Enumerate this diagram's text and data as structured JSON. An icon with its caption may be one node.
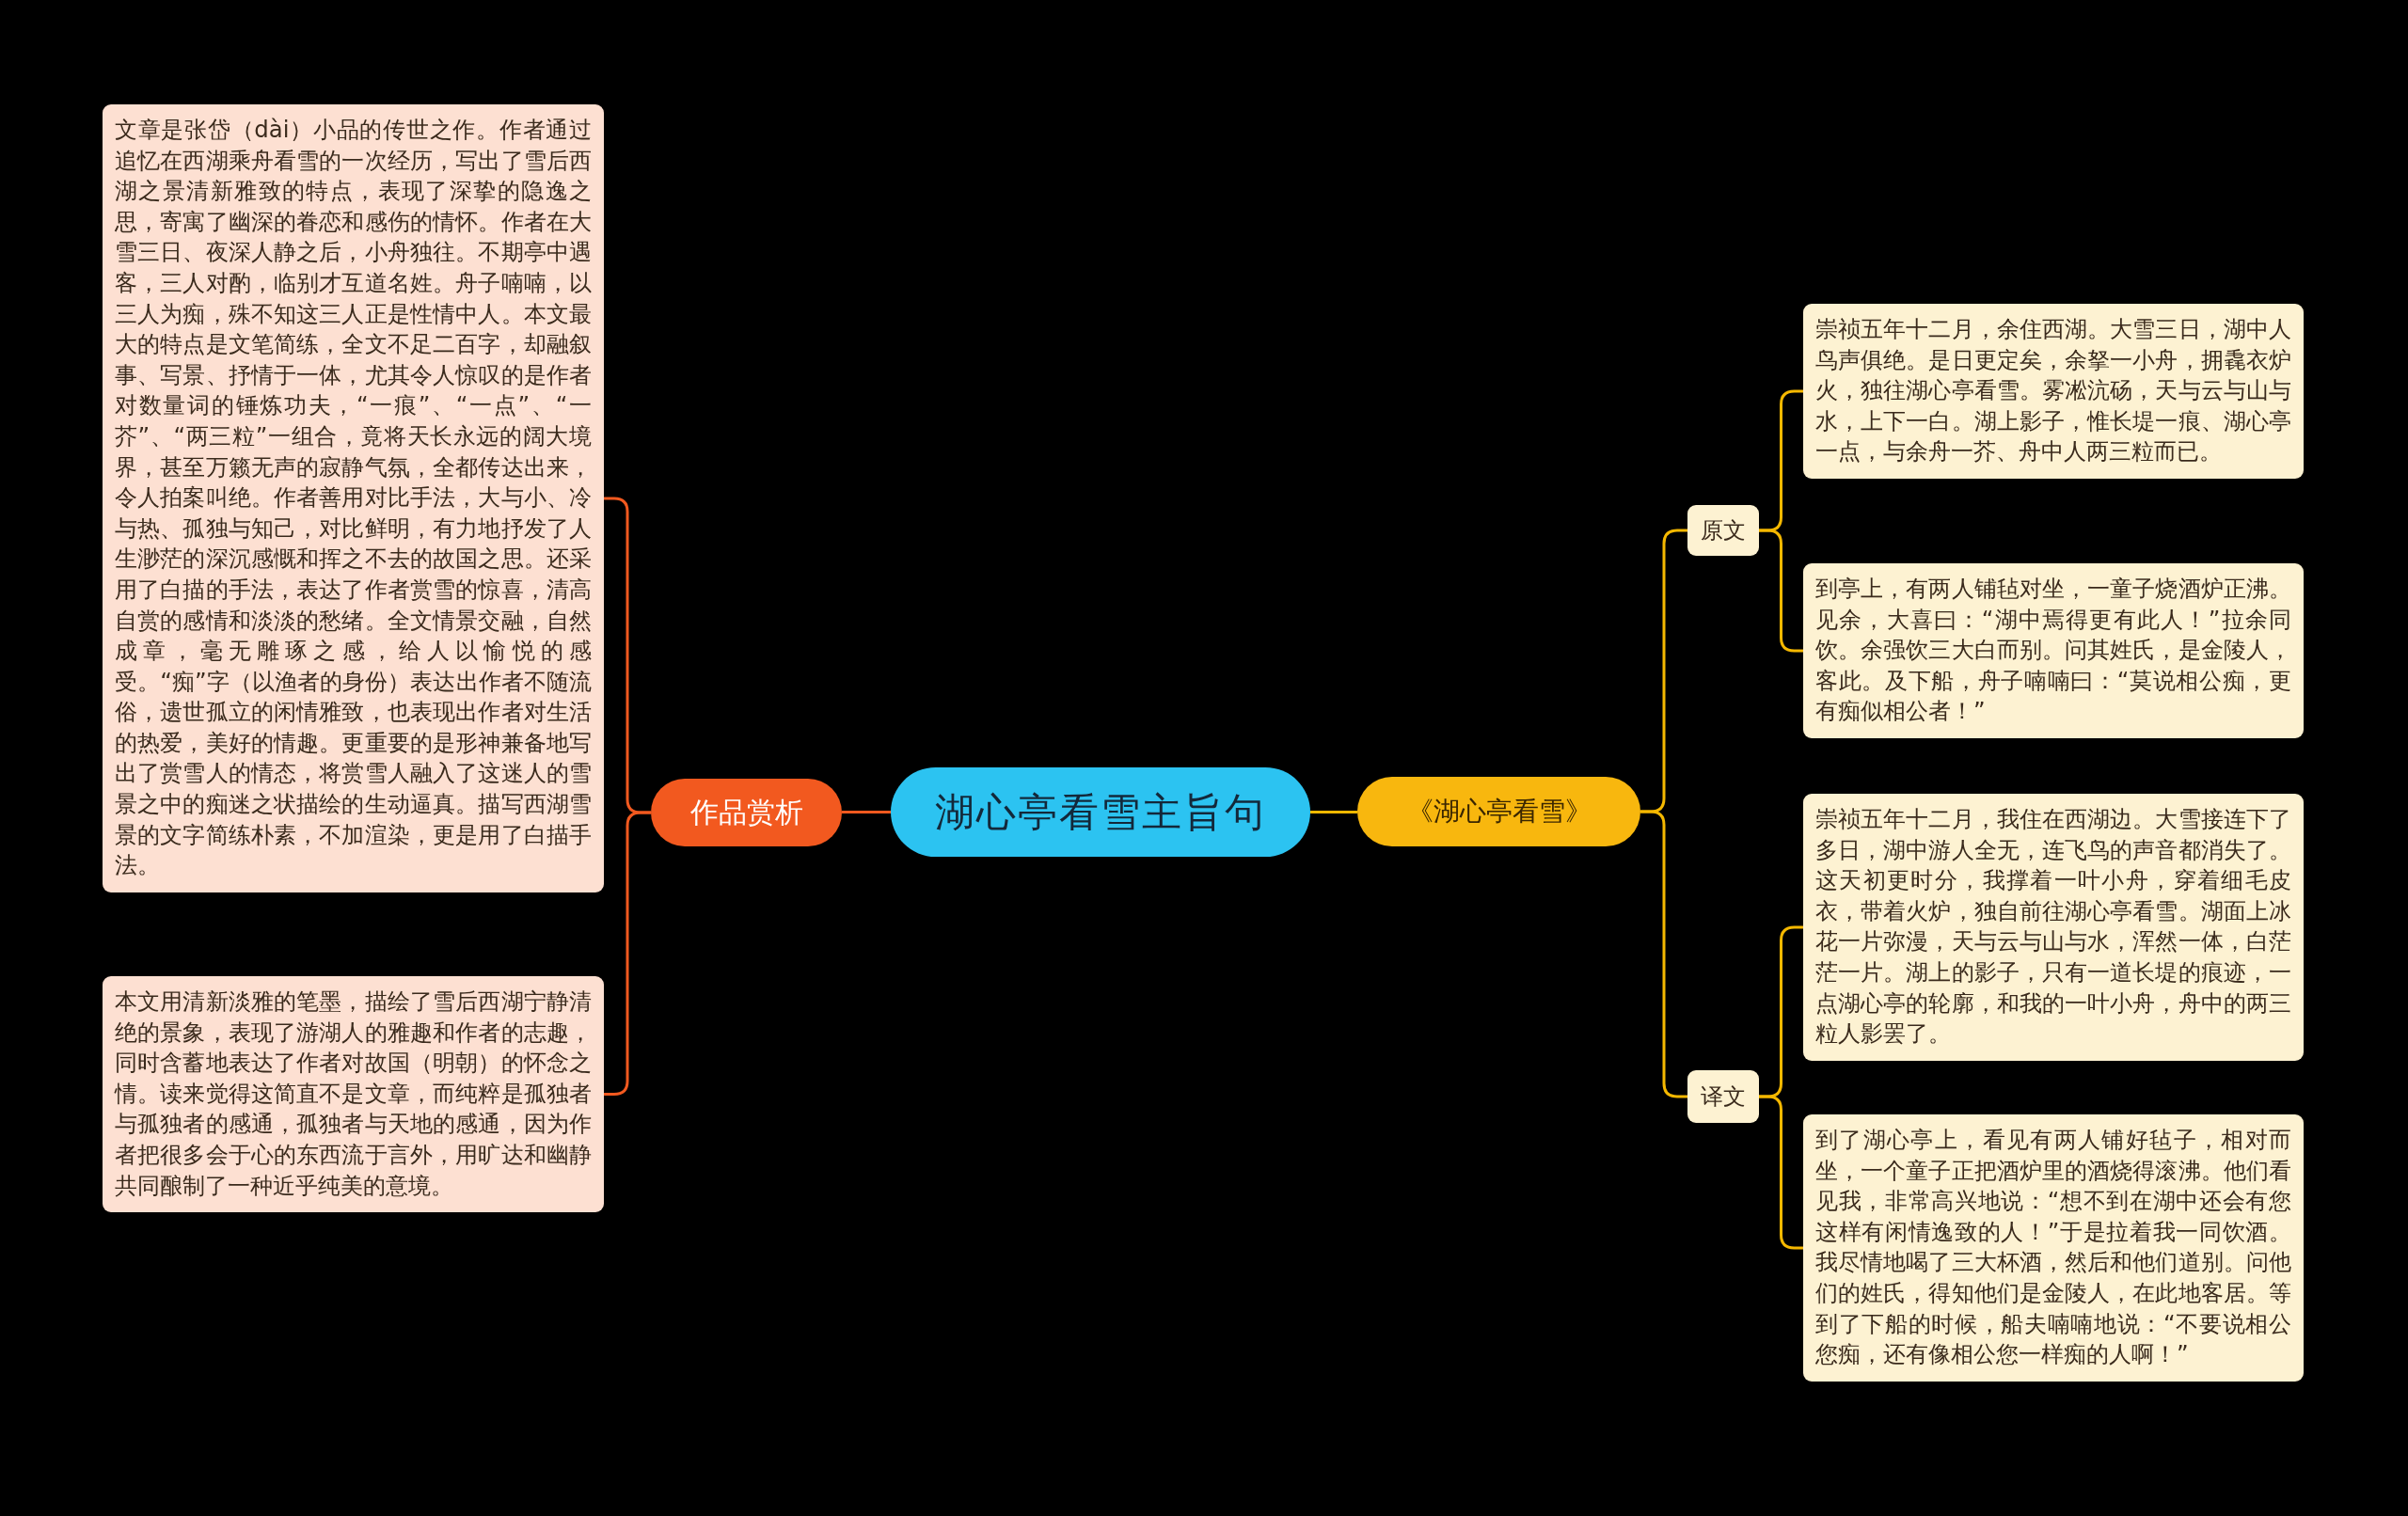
{
  "diagram": {
    "nodes": [
      {
        "text": [
          "湖心亭看雪主旨句"
        ]
      },
      {
        "text": [
          "作品赏析"
        ]
      },
      {
        "text": [
          "文章是张岱（dài）小品的传世之作。作者通过追忆在西湖乘舟看雪的一次经历，写出了雪后西湖之景清新雅致的特点，表现了深挚的隐逸之思，寄寓了幽深的眷恋和感伤的情怀。作者在大雪三日、夜深人静之后，小舟独往。不期亭中遇客，三人对酌，临别才互道名姓。舟子喃喃，以三人为痴，殊不知这三人正是性情中人。本文最大的特点是文笔简练，全文不足二百字，却融叙事、写景、抒情于一体，尤其令人惊叹的是作者对数量词的锤炼功夫，“一痕”、“一点”、“一芥”、“两三粒”一组合，竟将天长永远的阔大境界，甚至万籁无声的寂静气氛，全都传达出来，令人拍案叫绝。作者善用对比手法，大与小、冷与热、孤独与知己，对比鲜明，有力地抒发了人生渺茫的深沉感慨和挥之不去的故国之思。还采用了白描的手法，表达了作者赏雪的惊喜，清高自赏的感情和淡淡的愁绪。全文情景交融，自然成章，毫无雕琢之感，给人以愉悦的感受。“痴”字（以渔者的身份）表达出作者不随流俗，遗世孤立的闲情雅致，也表现出作者对生活的热爱，美好的情趣。更重要的是形神兼备地写出了赏雪人的情态，将赏雪人融入了这迷人的雪景之中的痴迷之状描绘的生动逼真。描写西湖雪景的文字简练朴素，不加渲染，更是用了白描手法。"
        ]
      },
      {
        "text": [
          "本文用清新淡雅的笔墨，描绘了雪后西湖宁静清绝的景象，表现了游湖人的雅趣和作者的志趣，同时含蓄地表达了作者对故国（明朝）的怀念之情。读来觉得这简直不是文章，而纯粹是孤独者与孤独者的感通，孤独者与天地的感通，因为作者把很多会于心的东西流于言外，用旷达和幽静共同酿制了一种近乎纯美的意境。"
        ]
      },
      {
        "text": [
          "《湖心亭看雪》"
        ]
      },
      {
        "text": [
          "原文"
        ]
      },
      {
        "text": [
          "崇祯五年十二月，余住西湖。大雪三日，湖中人鸟声俱绝。是日更定矣，余拏一小舟，拥毳衣炉火，独往湖心亭看雪。雾凇沆砀，天与云与山与水，上下一白。湖上影子，惟长堤一痕、湖心亭一点，与余舟一芥、舟中人两三粒而已。"
        ]
      },
      {
        "text": [
          "到亭上，有两人铺毡对坐，一童子烧酒炉正沸。见余，大喜曰：“湖中焉得更有此人！”拉余同饮。余强饮三大白而别。问其姓氏，是金陵人，客此。及下船，舟子喃喃曰：“莫说相公痴，更有痴似相公者！”"
        ]
      },
      {
        "text": [
          "译文"
        ]
      },
      {
        "text": [
          "崇祯五年十二月，我住在西湖边。大雪接连下了多日，湖中游人全无，连飞鸟的声音都消失了。这天初更时分，我撑着一叶小舟，穿着细毛皮衣，带着火炉，独自前往湖心亭看雪。湖面上冰花一片弥漫，天与云与山与水，浑然一体，白茫茫一片。湖上的影子，只有一道长堤的痕迹，一点湖心亭的轮廓，和我的一叶小舟，舟中的两三粒人影罢了。"
        ]
      },
      {
        "text": [
          "到了湖心亭上，看见有两人铺好毡子，相对而坐，一个童子正把酒炉里的酒烧得滚沸。他们看见我，非常高兴地说：“想不到在湖中还会有您这样有闲情逸致的人！”于是拉着我一同饮酒。我尽情地喝了三大杯酒，然后和他们道别。问他们的姓氏，得知他们是金陵人，在此地客居。等到了下船的时候，船夫喃喃地说：“不要说相公您痴，还有像相公您一样痴的人啊！”"
        ]
      }
    ],
    "edges": [
      {
        "from": 0,
        "to": 1,
        "arrow": "none",
        "color": "#f2591f"
      },
      {
        "from": 1,
        "to": 2,
        "arrow": "none",
        "color": "#f2591f"
      },
      {
        "from": 1,
        "to": 3,
        "arrow": "none",
        "color": "#f2591f"
      },
      {
        "from": 0,
        "to": 4,
        "arrow": "none"
      },
      {
        "from": 4,
        "to": 5,
        "arrow": "none"
      },
      {
        "from": 5,
        "to": 6,
        "arrow": "none"
      },
      {
        "from": 5,
        "to": 7,
        "arrow": "none"
      },
      {
        "from": 4,
        "to": 8,
        "arrow": "none"
      },
      {
        "from": 8,
        "to": 9,
        "arrow": "none"
      },
      {
        "from": 8,
        "to": 10,
        "arrow": "none"
      }
    ]
  }
}
